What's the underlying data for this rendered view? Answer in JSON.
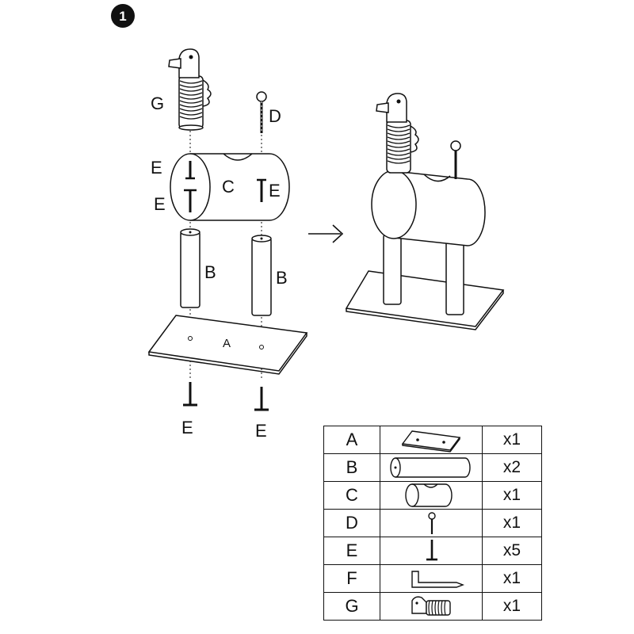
{
  "step": {
    "number": "1"
  },
  "labels": {
    "G": "G",
    "D": "D",
    "C": "C",
    "E1": "E",
    "E2": "E",
    "E3": "E",
    "B1": "B",
    "B2": "B",
    "A": "A",
    "E4": "E",
    "E5": "E"
  },
  "parts_table": [
    {
      "letter": "A",
      "icon": "base-plate-icon",
      "qty": "x1"
    },
    {
      "letter": "B",
      "icon": "post-icon",
      "qty": "x2"
    },
    {
      "letter": "C",
      "icon": "body-cylinder-icon",
      "qty": "x1"
    },
    {
      "letter": "D",
      "icon": "ball-tail-icon",
      "qty": "x1"
    },
    {
      "letter": "E",
      "icon": "screw-icon",
      "qty": "x5"
    },
    {
      "letter": "F",
      "icon": "allen-key-icon",
      "qty": "x1"
    },
    {
      "letter": "G",
      "icon": "head-icon",
      "qty": "x1"
    }
  ],
  "colors": {
    "line": "#111111",
    "background": "#ffffff"
  }
}
